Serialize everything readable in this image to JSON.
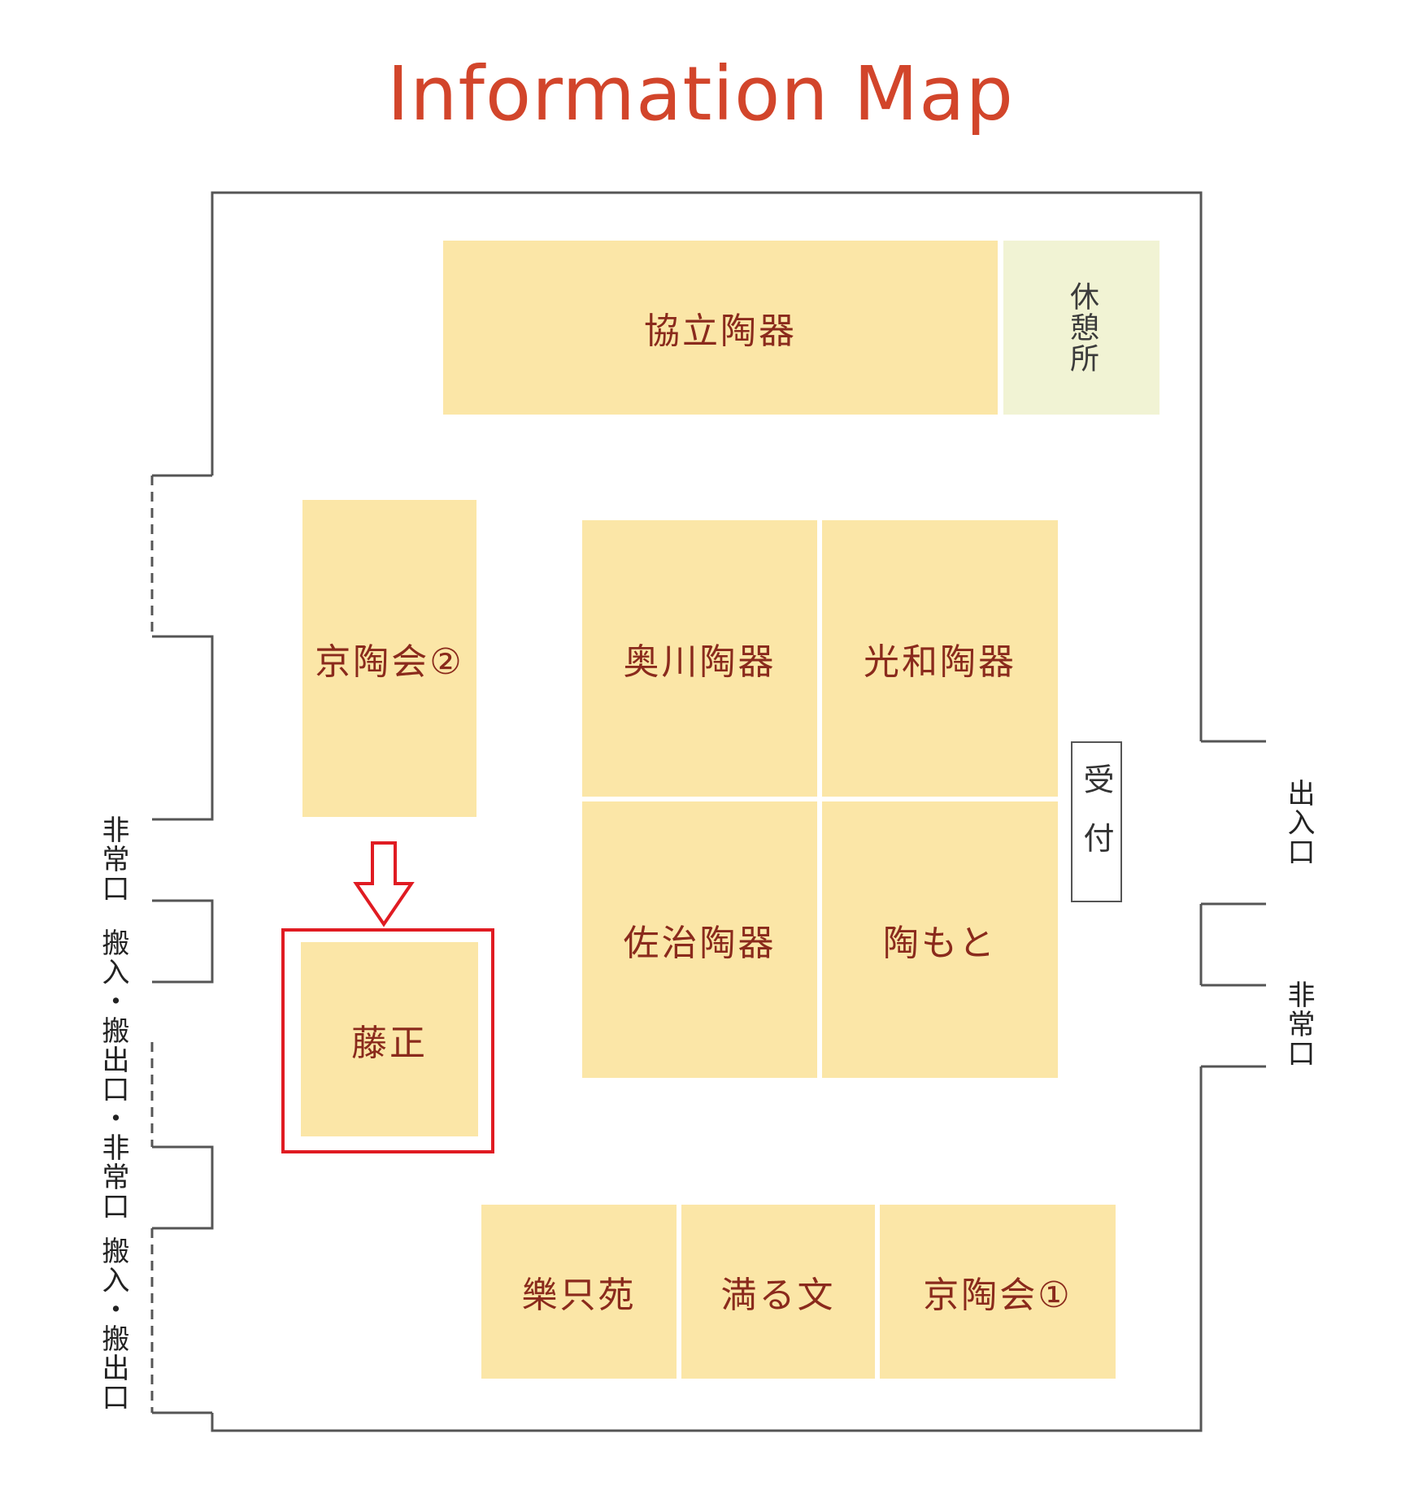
{
  "title": "Information Map",
  "booths": {
    "kyoritsu": "協立陶器",
    "rest_area": "休憩所",
    "kyotoukai2": "京陶会②",
    "okugawa": "奥川陶器",
    "kowa": "光和陶器",
    "saji": "佐治陶器",
    "toumoto": "陶もと",
    "fujimasa": "藤正",
    "gakushien": "樂只苑",
    "mitsurufumi": "満る文",
    "kyotoukai1": "京陶会①"
  },
  "reception": "受付",
  "doors": {
    "left_emergency": "非常口",
    "left_loading_emergency": "搬入・搬出口・非常口",
    "left_loading": "搬入・搬出口",
    "right_entrance": "出入口",
    "right_emergency": "非常口"
  },
  "highlight": {
    "target": "藤正",
    "color": "#e01b22"
  },
  "colors": {
    "booth": "#fbe6a7",
    "rest_area": "#f1f3d4",
    "title": "#d2452b",
    "booth_text": "#8a2a1c"
  }
}
